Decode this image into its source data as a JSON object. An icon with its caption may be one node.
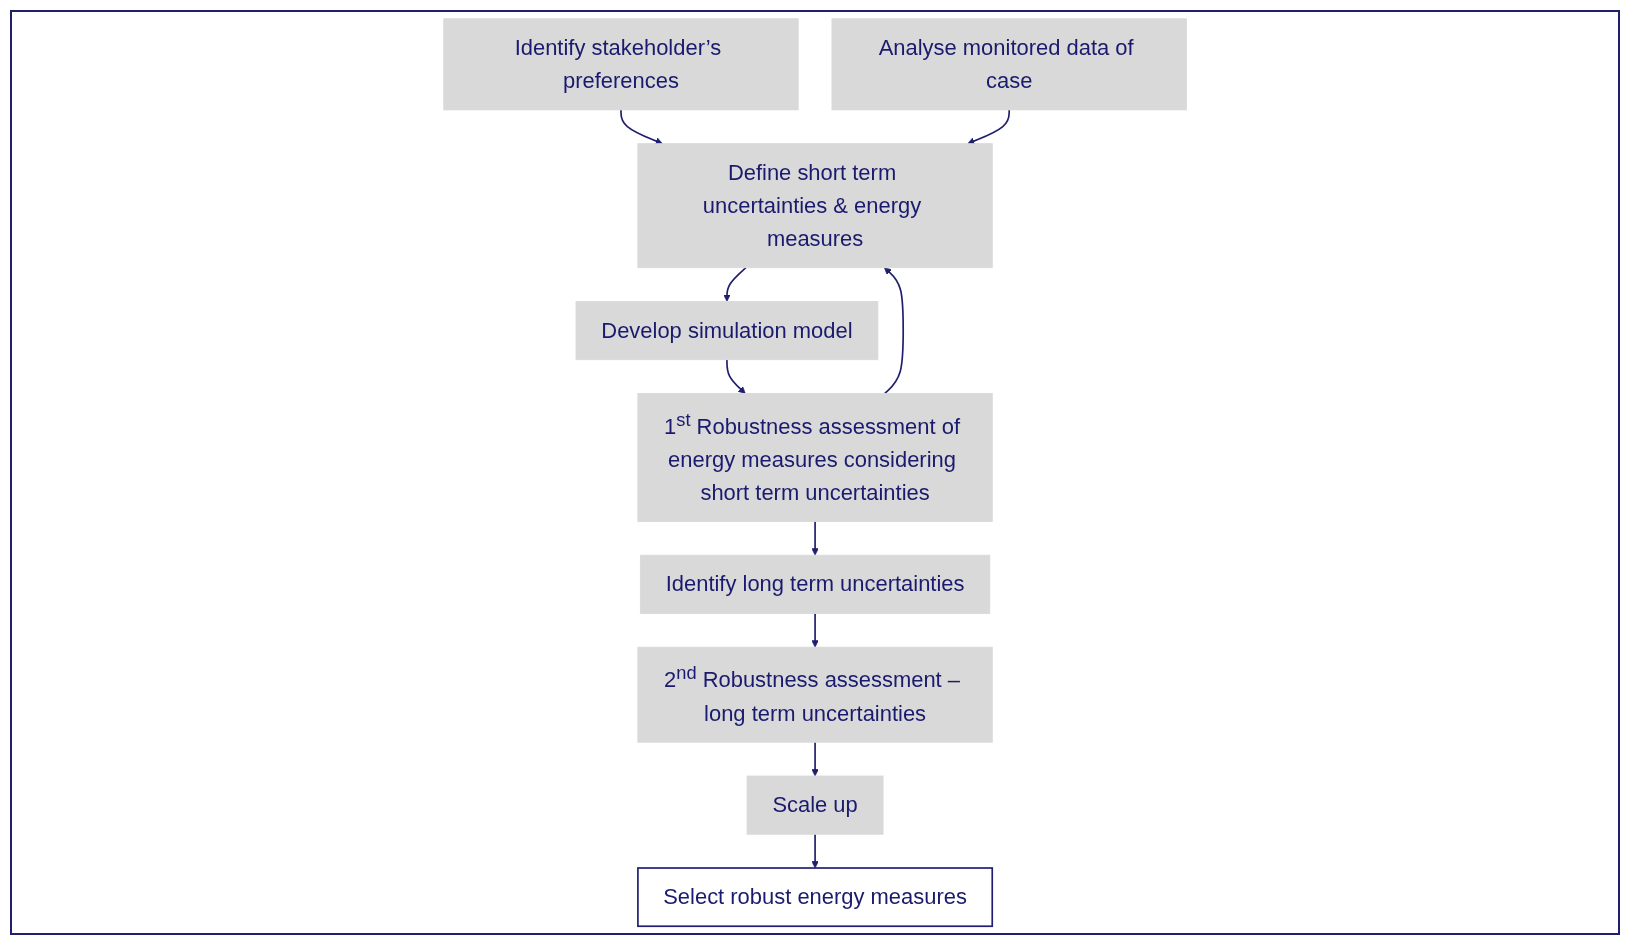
{
  "diagram": {
    "nodes": [
      {
        "text": [
          "Identify stakeholder’s preferences"
        ]
      },
      {
        "text": [
          "Analyse monitored data of case"
        ]
      },
      {
        "text": [
          "Select robust energy measures"
        ]
      },
      {
        "text": [
          "Define short term uncertainties & energy measures"
        ]
      },
      {
        "text": [
          "Scale up"
        ]
      },
      {
        "text": [
          "2$^{nd}$ Robustness assessment – long term uncertainties"
        ]
      },
      {
        "text": [
          "Develop simulation model"
        ]
      },
      {
        "text": [
          "1$^{st}$ Robustness assessment of energy measures considering short term uncertainties"
        ]
      },
      {
        "text": [
          "Identify long term uncertainties"
        ]
      }
    ],
    "edges": [
      {
        "from": 0,
        "to": 3,
        "arrow": "to"
      },
      {
        "from": 1,
        "to": 3,
        "arrow": "to"
      },
      {
        "from": 3,
        "to": 6,
        "arrow": "to"
      },
      {
        "from": 6,
        "to": 7,
        "arrow": "to"
      },
      {
        "from": 7,
        "to": 3,
        "arrow": "to"
      },
      {
        "from": 7,
        "to": 8,
        "arrow": "to"
      },
      {
        "from": 8,
        "to": 5,
        "arrow": "to"
      },
      {
        "from": 5,
        "to": 4,
        "arrow": "to"
      },
      {
        "from": 4,
        "to": 2,
        "arrow": "to"
      }
    ]
  }
}
